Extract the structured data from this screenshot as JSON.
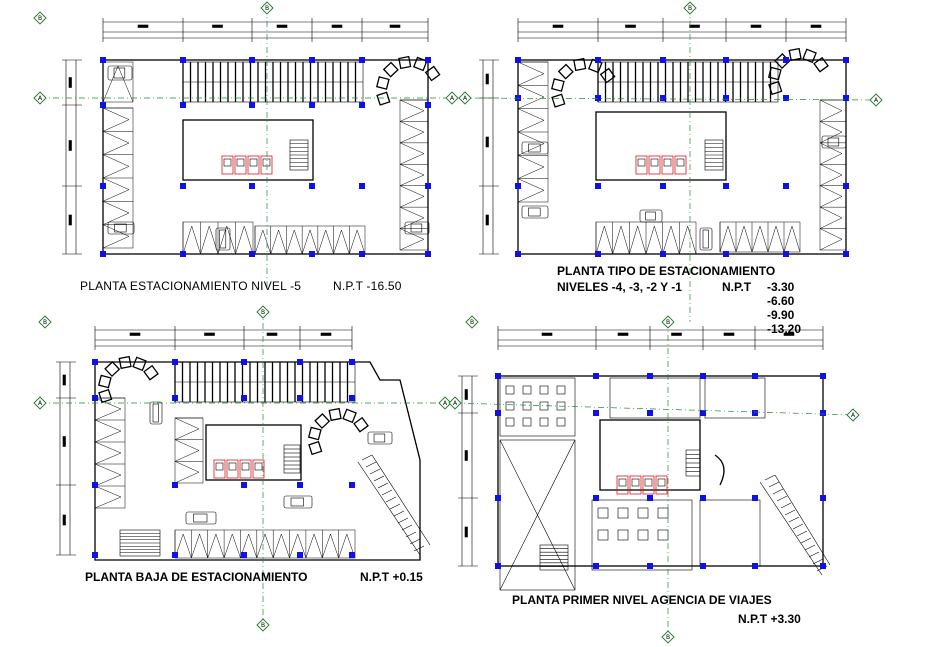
{
  "plans": [
    {
      "id": "nivel-5",
      "title": "PLANTA ESTACIONAMIENTO NIVEL -5",
      "npt": "N.P.T  -16.50"
    },
    {
      "id": "tipo",
      "title": "PLANTA TIPO DE ESTACIONAMIENTO",
      "subtitle": "NIVELES -4, -3, -2 Y -1",
      "npt_label": "N.P.T",
      "npt_values": [
        "-3.30",
        "-6.60",
        "-9.90",
        "-13.20"
      ]
    },
    {
      "id": "baja",
      "title": "PLANTA BAJA DE ESTACIONAMIENTO",
      "npt": "N.P.T +0.15"
    },
    {
      "id": "primer",
      "title": "PLANTA PRIMER NIVEL  AGENCIA DE VIAJES",
      "npt": "N.P.T  +3.30"
    }
  ],
  "grid_bubbles": {
    "vertical": "B",
    "horizontal": "A"
  },
  "colors": {
    "columns": "#1010e8",
    "grid": "#1a8a3a",
    "toilets": "#e01818",
    "lines": "#000000"
  }
}
